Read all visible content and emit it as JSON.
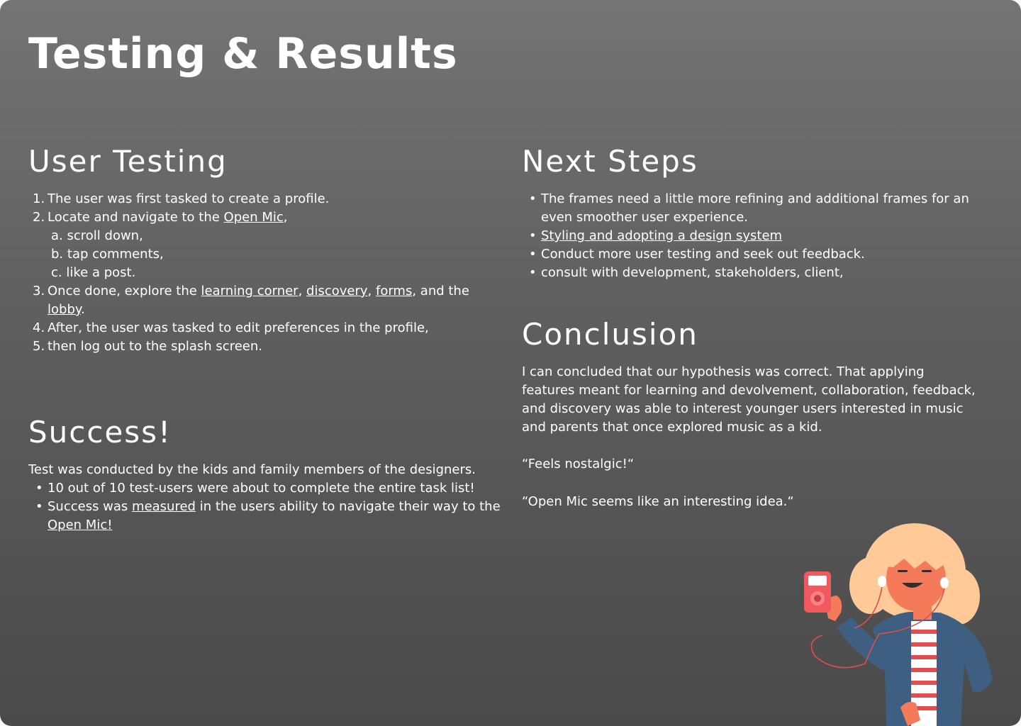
{
  "page": {
    "title": "Testing & Results"
  },
  "user_testing": {
    "heading": "User Testing",
    "steps": {
      "s1": {
        "num": "1.",
        "text": "The user was first tasked to create a profile."
      },
      "s2": {
        "num": "2.",
        "before": "Locate and navigate to the ",
        "link": "Open Mic",
        "after": ","
      },
      "sub": [
        {
          "num": "a.",
          "text": "scroll down,"
        },
        {
          "num": "b.",
          "text": "tap comments,"
        },
        {
          "num": "c.",
          "text": "like a post."
        }
      ],
      "s3": {
        "num": "3.",
        "before": "Once done, explore the ",
        "link1": "learning corner",
        "sep1": ", ",
        "link2": "discovery",
        "sep2": ", ",
        "link3": "forms",
        "sep3": ", and the ",
        "link4": "lobby",
        "end": "."
      },
      "s4": {
        "num": "4.",
        "text": "After, the user was tasked to edit preferences in the profile,"
      },
      "s5": {
        "num": "5.",
        "text": "then log out to the splash screen."
      }
    }
  },
  "success": {
    "heading": "Success!",
    "intro": "Test was conducted by the kids and family members of the designers.",
    "bullet_char": "•",
    "b1": "10 out of 10 test-users were about to complete the entire task list!",
    "b2": {
      "before": "Success was ",
      "link": "measured",
      "middle": " in the users ability to navigate their way to the ",
      "link2": "Open Mic!"
    }
  },
  "next_steps": {
    "heading": "Next Steps",
    "items": [
      "The frames need a little more refining and additional frames for an even smoother user experience.",
      "Styling and adopting a design system",
      "Conduct more user testing and seek out feedback.",
      "consult with development, stakeholders, client,"
    ]
  },
  "conclusion": {
    "heading": "Conclusion",
    "text": "I can concluded that our hypothesis was correct. That applying features meant for learning and devolvement, collaboration, feedback, and discovery was able to interest younger users interested in music and parents that once explored music as a kid.",
    "quote1": "“Feels nostalgic!“",
    "quote2": "“Open Mic seems like an interesting idea.“"
  },
  "colors": {
    "background_top": "#747474",
    "background_bottom": "#4a4a4a",
    "text": "#ffffff",
    "illustration_skin": "#f47a5a",
    "illustration_hair": "#ffc998",
    "illustration_jacket": "#3e5f82",
    "illustration_device": "#f0595e"
  },
  "illustration": {
    "icon": "girl-with-music-player-illustration"
  }
}
